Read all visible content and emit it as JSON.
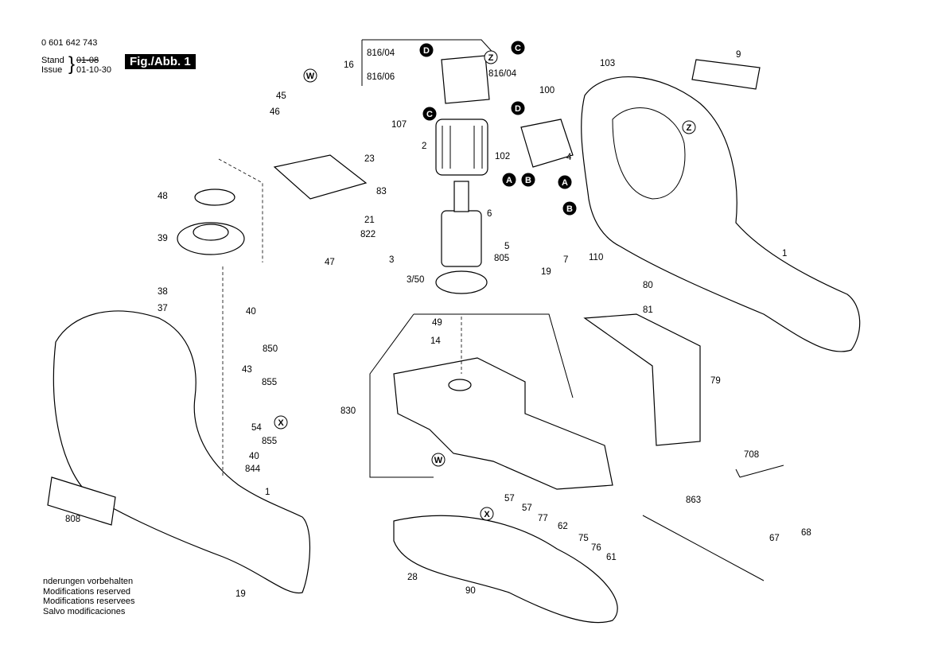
{
  "header": {
    "document_number": "0 601 642 743",
    "stand_label": "Stand",
    "issue_label": "Issue",
    "stand_value": "01-08",
    "issue_value": "01-10-30",
    "figure_label": "Fig./Abb. 1"
  },
  "notes": [
    "nderungen vorbehalten",
    "Modifications reserved",
    "Modifications reservees",
    "Salvo modificaciones"
  ],
  "part_labels": [
    "9",
    "103",
    "816/04",
    "16",
    "816/06",
    "816/04",
    "100",
    "107",
    "2",
    "102",
    "4",
    "45",
    "46",
    "23",
    "83",
    "48",
    "39",
    "21",
    "822",
    "47",
    "6",
    "5",
    "805",
    "3",
    "3/50",
    "7",
    "19",
    "110",
    "1",
    "80",
    "81",
    "38",
    "37",
    "40",
    "49",
    "14",
    "850",
    "43",
    "855",
    "79",
    "830",
    "54",
    "855",
    "40",
    "844",
    "708",
    "1",
    "808",
    "57",
    "57",
    "77",
    "863",
    "62",
    "68",
    "67",
    "75",
    "76",
    "61",
    "28",
    "19",
    "90"
  ],
  "reference_markers": [
    {
      "letter": "W",
      "style": "outline"
    },
    {
      "letter": "D",
      "style": "filled"
    },
    {
      "letter": "Z",
      "style": "outline"
    },
    {
      "letter": "C",
      "style": "filled"
    },
    {
      "letter": "D",
      "style": "filled"
    },
    {
      "letter": "C",
      "style": "filled"
    },
    {
      "letter": "A",
      "style": "filled"
    },
    {
      "letter": "B",
      "style": "filled"
    },
    {
      "letter": "A",
      "style": "filled"
    },
    {
      "letter": "B",
      "style": "filled"
    },
    {
      "letter": "Z",
      "style": "outline"
    },
    {
      "letter": "X",
      "style": "outline"
    },
    {
      "letter": "W",
      "style": "outline"
    },
    {
      "letter": "X",
      "style": "outline"
    }
  ]
}
